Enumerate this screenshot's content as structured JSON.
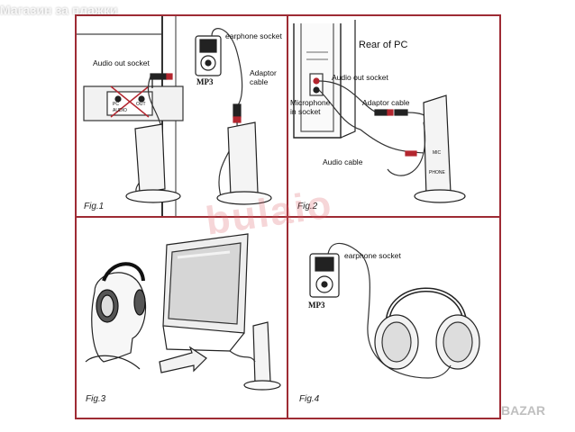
{
  "watermark_top": "Магазин за плажки",
  "watermark_center": "bulaio",
  "watermark_corner": "BAZAR",
  "fig1": {
    "caption": "Fig.1",
    "audio_out_socket": "Audio out socket",
    "earphone_socket": "earphone socket",
    "adaptor_cable": "Adaptor\ncable",
    "mp3": "MP3",
    "jack_labels": [
      "PC",
      "AUDIO",
      "OUT"
    ]
  },
  "fig2": {
    "caption": "Fig.2",
    "rear_of_pc": "Rear of PC",
    "audio_out_socket": "Audio out socket",
    "microphone_socket": "Microphone\nin socket",
    "adaptor_cable": "Adaptor cable",
    "audio_cable": "Audio cable",
    "jack_labels": [
      "MIC",
      "PHONE"
    ]
  },
  "fig3": {
    "caption": "Fig.3"
  },
  "fig4": {
    "caption": "Fig.4",
    "earphone_socket": "earphone socket",
    "mp3": "MP3"
  }
}
